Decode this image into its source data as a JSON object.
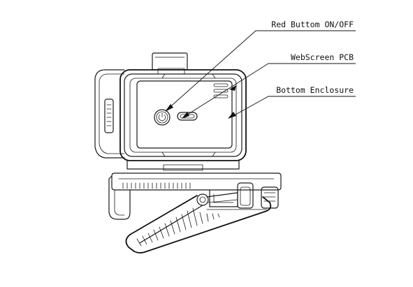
{
  "callouts": [
    {
      "id": "power_button",
      "label": "Red Buttom ON/OFF"
    },
    {
      "id": "pcb",
      "label": "WebScreen PCB"
    },
    {
      "id": "enclosure",
      "label": "Bottom Enclosure"
    }
  ],
  "icons": [
    "power-icon"
  ],
  "colors": {
    "line": "#1a1a1a",
    "background": "#ffffff"
  }
}
